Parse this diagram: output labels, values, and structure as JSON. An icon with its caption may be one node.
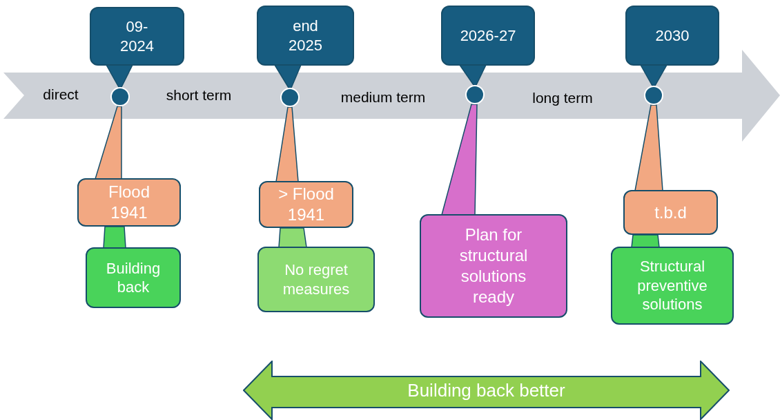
{
  "diagram": {
    "nodes": [
      {
        "text": [
          "direct",
          "short term",
          "medium term",
          "long term"
        ]
      },
      {
        "text": [],
        "shape": "circle",
        "in": 0
      },
      {
        "text": [],
        "shape": "circle",
        "in": 0
      },
      {
        "text": [],
        "shape": "circle",
        "in": 0
      },
      {
        "text": [],
        "shape": "circle",
        "in": 0
      },
      {
        "text": [
          "09- 2024"
        ]
      },
      {
        "text": [
          "end 2025"
        ]
      },
      {
        "text": [
          "2026-27"
        ]
      },
      {
        "text": [
          "2030"
        ]
      },
      {
        "text": [
          "Flood 1941"
        ]
      },
      {
        "text": [
          "> Flood 1941"
        ]
      },
      {
        "text": [
          "Plan for structural solutions ready"
        ]
      },
      {
        "text": [
          "t.b.d"
        ]
      },
      {
        "text": [
          "Building back"
        ]
      },
      {
        "text": [
          "No regret measures"
        ]
      },
      {
        "text": [
          "Structural preventive solutions"
        ]
      },
      {
        "text": [
          "Building back better"
        ]
      }
    ],
    "edges": [
      {
        "from": 5,
        "to": 1,
        "arrow": "none",
        "color": "#175c80"
      },
      {
        "from": 6,
        "to": 2,
        "arrow": "none",
        "color": "#175c80"
      },
      {
        "from": 7,
        "to": 3,
        "arrow": "none",
        "color": "#175c80"
      },
      {
        "from": 8,
        "to": 4,
        "arrow": "none",
        "color": "#175c80"
      },
      {
        "from": 9,
        "to": 1,
        "arrow": "none",
        "color": "#f2a882"
      },
      {
        "from": 10,
        "to": 2,
        "arrow": "none",
        "color": "#f2a882"
      },
      {
        "from": 11,
        "to": 3,
        "arrow": "none",
        "color": "#d76fcb"
      },
      {
        "from": 12,
        "to": 4,
        "arrow": "none",
        "color": "#f2a882"
      },
      {
        "from": 13,
        "to": 9,
        "arrow": "none",
        "color": "#49d35a"
      },
      {
        "from": 14,
        "to": 10,
        "arrow": "none",
        "color": "#8ddb72"
      },
      {
        "from": 15,
        "to": 12,
        "arrow": "none",
        "color": "#49d35a"
      }
    ]
  }
}
